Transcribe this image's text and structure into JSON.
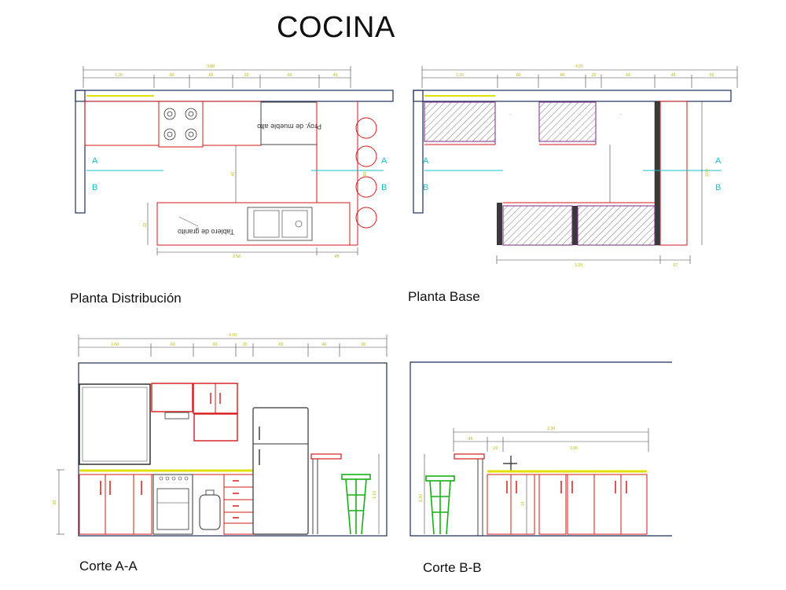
{
  "title": "COCINA",
  "captions": {
    "plan_distribution": "Planta Distribución",
    "plan_base": "Planta Base",
    "section_aa": "Corte A-A",
    "section_bb": "Corte B-B"
  },
  "plan_distribution": {
    "total_dim": "3.88",
    "segment_dims": [
      "1.20",
      ".60",
      ".60",
      ".20",
      ".60",
      ".40"
    ],
    "bottom_dims": [
      "2.58",
      ".45"
    ],
    "vertical_dims": [
      ".32",
      ".40",
      ".85"
    ],
    "note_upper": "Proy. de mueble alto",
    "note_counter": "Tablero de granito",
    "section_marks": [
      "A",
      "B",
      "A",
      "B"
    ]
  },
  "plan_base": {
    "total_dim": "4.20",
    "segment_dims": [
      "1.20",
      ".60",
      ".60",
      ".20",
      ".60",
      ".45",
      ".50"
    ],
    "bottom_dims": [
      "3.20",
      ".57"
    ],
    "side_dim": "2.00",
    "section_marks": [
      "A",
      "B",
      "A",
      "B"
    ]
  },
  "section_aa": {
    "total_dim": "4.20",
    "segment_dims": [
      "1.60",
      ".60",
      ".60",
      ".20",
      ".60",
      ".40",
      ".60"
    ],
    "height_dims": [
      ".90",
      "1.10"
    ]
  },
  "section_bb": {
    "total_dim": "2.30",
    "segment_dims": [
      ".45",
      ".20",
      "1.05"
    ],
    "height_dims": [
      "1.20",
      ".74"
    ]
  },
  "colors": {
    "cabinet": "#d41a1a",
    "wall": "#1f2f5a",
    "dimension": "#b9b900",
    "axis": "#16c0c8",
    "stool": "#15b015",
    "hatch": "#555555"
  }
}
